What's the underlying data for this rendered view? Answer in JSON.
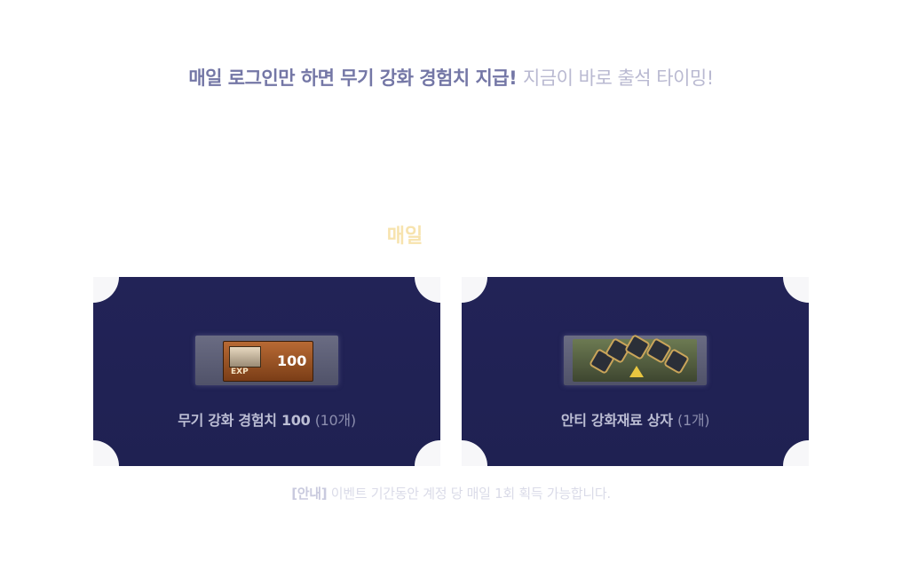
{
  "headline": {
    "main": "매일 로그인만 하면 무기 강화 경험치 지급!",
    "sub": "지금이 바로 출석 타이밍!"
  },
  "section_title": "매일",
  "rewards": [
    {
      "name": "무기 강화 경험치 100",
      "qty": "(10개)",
      "icon_label": "EXP",
      "icon_value": "100"
    },
    {
      "name": "안티 강화재료 상자",
      "qty": "(1개)"
    }
  ],
  "notice": {
    "tag": "[안내]",
    "text": "이벤트 기간동안 계정 당 매일 1회 획득 가능합니다."
  },
  "colors": {
    "headline_main": "#7477a6",
    "headline_sub": "#b9b9d1",
    "section_title": "#f7e3ae",
    "card_bg": "#222357"
  }
}
